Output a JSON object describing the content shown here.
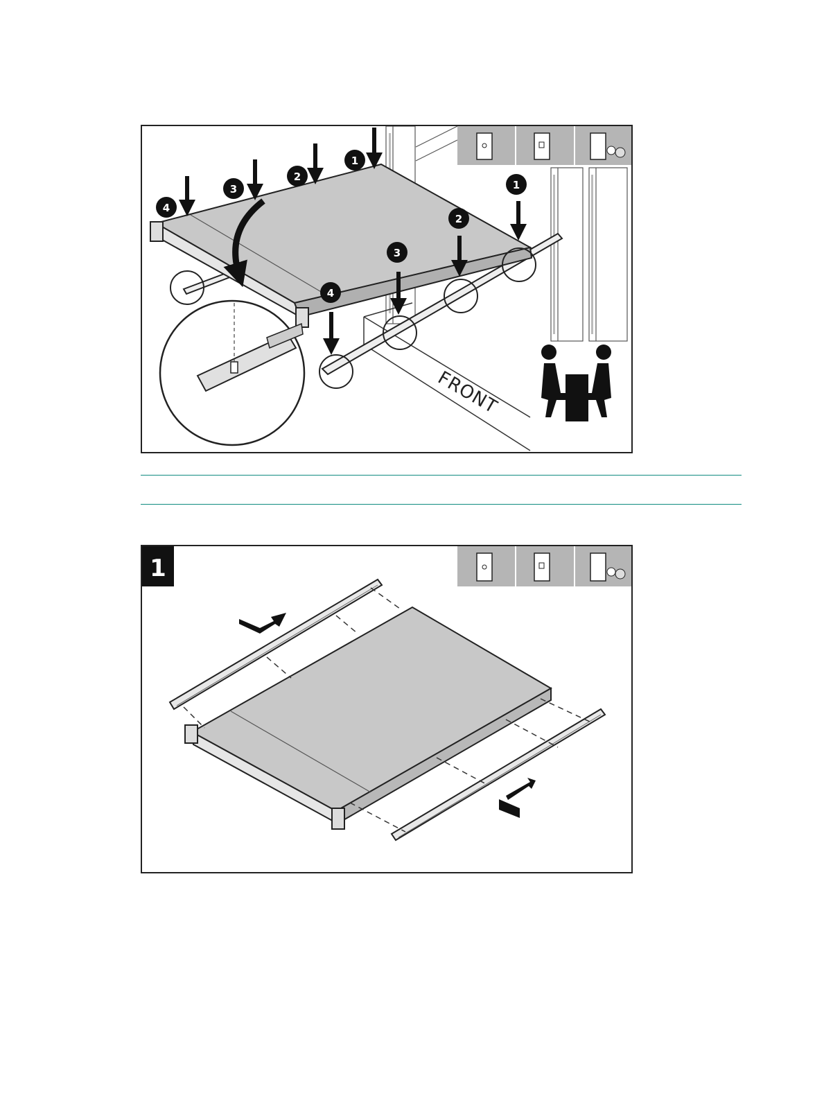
{
  "figure_1": {
    "front_label": "FRONT",
    "callouts_top_rail": [
      "1",
      "2",
      "3",
      "4"
    ],
    "callouts_bottom_rail": [
      "1",
      "2",
      "3",
      "4"
    ],
    "tool_icons": [
      "hole-type-round-icon",
      "hole-type-square-icon",
      "threaded-hole-screw-icon"
    ],
    "safety_icon": "two-person-lift-icon"
  },
  "figure_2": {
    "step_number": "1",
    "tool_icons": [
      "hole-type-round-icon",
      "hole-type-square-icon",
      "threaded-hole-screw-icon"
    ]
  },
  "colors": {
    "chassis_fill": "#c8c8c8",
    "outline": "#222222",
    "icon_panel": "#b5b5b5",
    "rule": "#0e8a80"
  }
}
